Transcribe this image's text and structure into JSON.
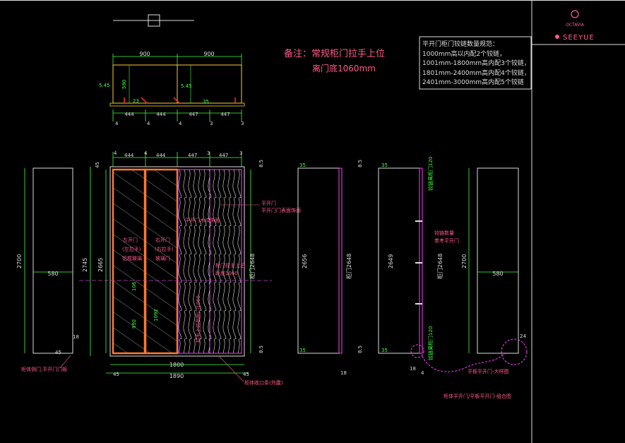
{
  "title_block": {
    "brand_top": "OCTAVIA",
    "brand_main": "SEEYUE"
  },
  "notes": {
    "remark_line1": "备注：常规柜门拉手上位",
    "remark_line2": "离门底1060mm",
    "hinge_rules": [
      "平开门柜门铰链数量规范：",
      "1000mm高以内配2个铰链，",
      "1001mm-1800mm高内配3个铰链，",
      "1801mm-2400mm高内配4个铰链，",
      "2401mm-3000mm高内配5个铰链"
    ]
  },
  "plan": {
    "dims_top": [
      "900",
      "900"
    ],
    "dims_bottom": [
      "444",
      "444",
      "447",
      "447"
    ],
    "small_dims": [
      "4",
      "4",
      "4",
      "3",
      "3"
    ],
    "side_dims": [
      "5.45",
      "590",
      "5.45",
      "23",
      "35"
    ]
  },
  "elevation": {
    "dims_top": [
      "4",
      "444",
      "4",
      "444",
      "447",
      "3",
      "447",
      "3"
    ],
    "height_left": "2700",
    "height_2745": "2745",
    "height_2665": "2665",
    "door_height": "柜门2648",
    "width_inner": "1800",
    "width_total": "1890",
    "margin_45a": "45",
    "margin_45b": "45",
    "top_45": "45",
    "top_right": "8.5",
    "bottom_right": "8.5",
    "left_door_label": [
      "左开门",
      "(左拉手)",
      "铝框玻璃"
    ],
    "right_door_label": [
      "右开门",
      "(右拉手)",
      "玻璃门"
    ],
    "wood_label": "平开门木纹饰面",
    "handle_mid": "拉手上边到柜门1060",
    "handle_note": [
      "柜门拉手上沿",
      "距底1060"
    ],
    "callout_right": [
      "平开门",
      "平开门门表面饰面"
    ],
    "handle_dims": [
      "106",
      "992",
      "1092"
    ],
    "bottom_note": "柜体收口条(外露)"
  },
  "side_left": {
    "height": "2700",
    "width": "580",
    "dim_a": "18",
    "dim_b": "45",
    "note": "柜体侧门,平开门门板"
  },
  "section1": {
    "height": "2656",
    "door": "柜门2648",
    "top": "8.5",
    "bottom": "8.5",
    "top_small": "35",
    "bottom_small": "35",
    "bottom_dim": "18"
  },
  "section2": {
    "height": "2649",
    "door": "柜门2648",
    "hinge_top": "铰链离柜门120",
    "hinge_bottom": "铰链离柜门120",
    "hinge_note": [
      "铰链数量",
      "参考平开门"
    ],
    "top_small": "35",
    "bottom_small": "35",
    "bottom_dims": [
      "18",
      "4"
    ],
    "footer": "柜体平开门/平板平开门-组合图"
  },
  "side_right": {
    "height": "2700",
    "width": "580",
    "dim": "24",
    "note": "平板平开门-大样图"
  }
}
